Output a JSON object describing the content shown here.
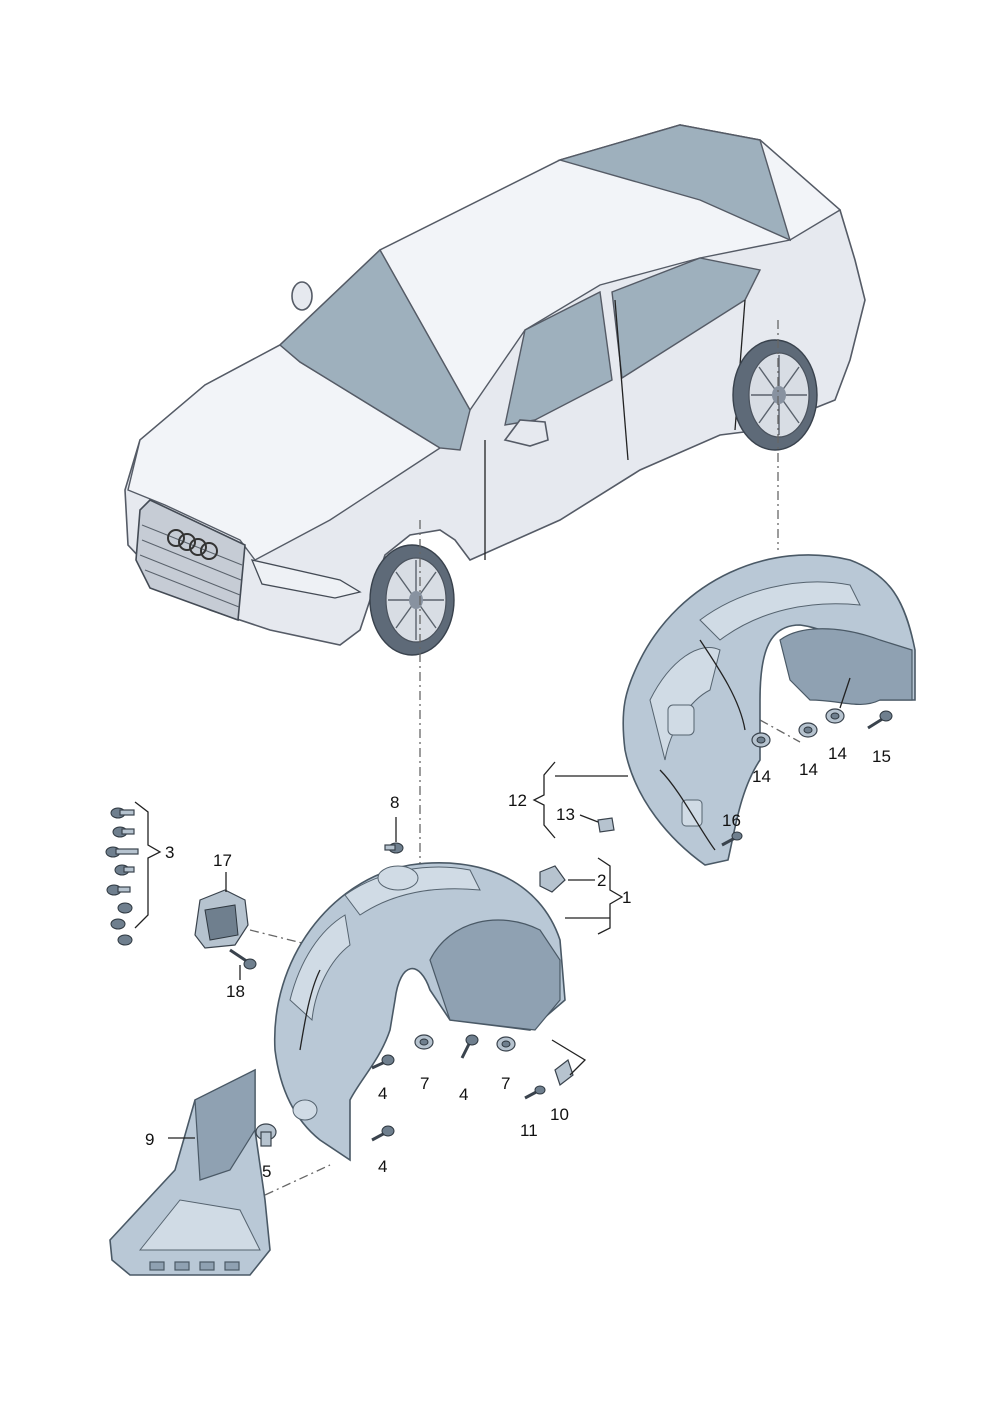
{
  "callouts": {
    "c1": "1",
    "c2": "2",
    "c3": "3",
    "c4a": "4",
    "c4b": "4",
    "c4c": "4",
    "c5": "5",
    "c7a": "7",
    "c7b": "7",
    "c8": "8",
    "c9": "9",
    "c10": "10",
    "c11": "11",
    "c12": "12",
    "c13": "13",
    "c14a": "14",
    "c14b": "14",
    "c14c": "14",
    "c15": "15",
    "c16": "16",
    "c17": "17",
    "c18": "18"
  },
  "colors": {
    "car_body": "#e6e9ef",
    "glass": "#9eb0bd",
    "wheel_liner": "#b9c8d6",
    "outline": "#555b66"
  }
}
